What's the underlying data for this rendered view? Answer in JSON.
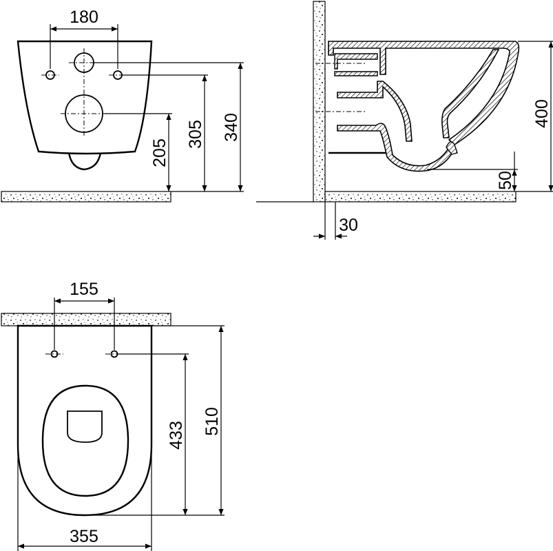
{
  "colors": {
    "line": "#000000",
    "background": "#ffffff",
    "stone": "#ffffff"
  },
  "front_view": {
    "dim_bolt_spacing": "180",
    "dim_lower_bolt": "205",
    "dim_upper_bolt": "305",
    "dim_top": "340"
  },
  "side_view": {
    "dim_height": "400",
    "dim_floor_gap": "50",
    "dim_wall_offset": "30"
  },
  "top_view": {
    "dim_bolt_spacing": "155",
    "dim_bolt_depth": "433",
    "dim_length": "510",
    "dim_width": "355"
  }
}
